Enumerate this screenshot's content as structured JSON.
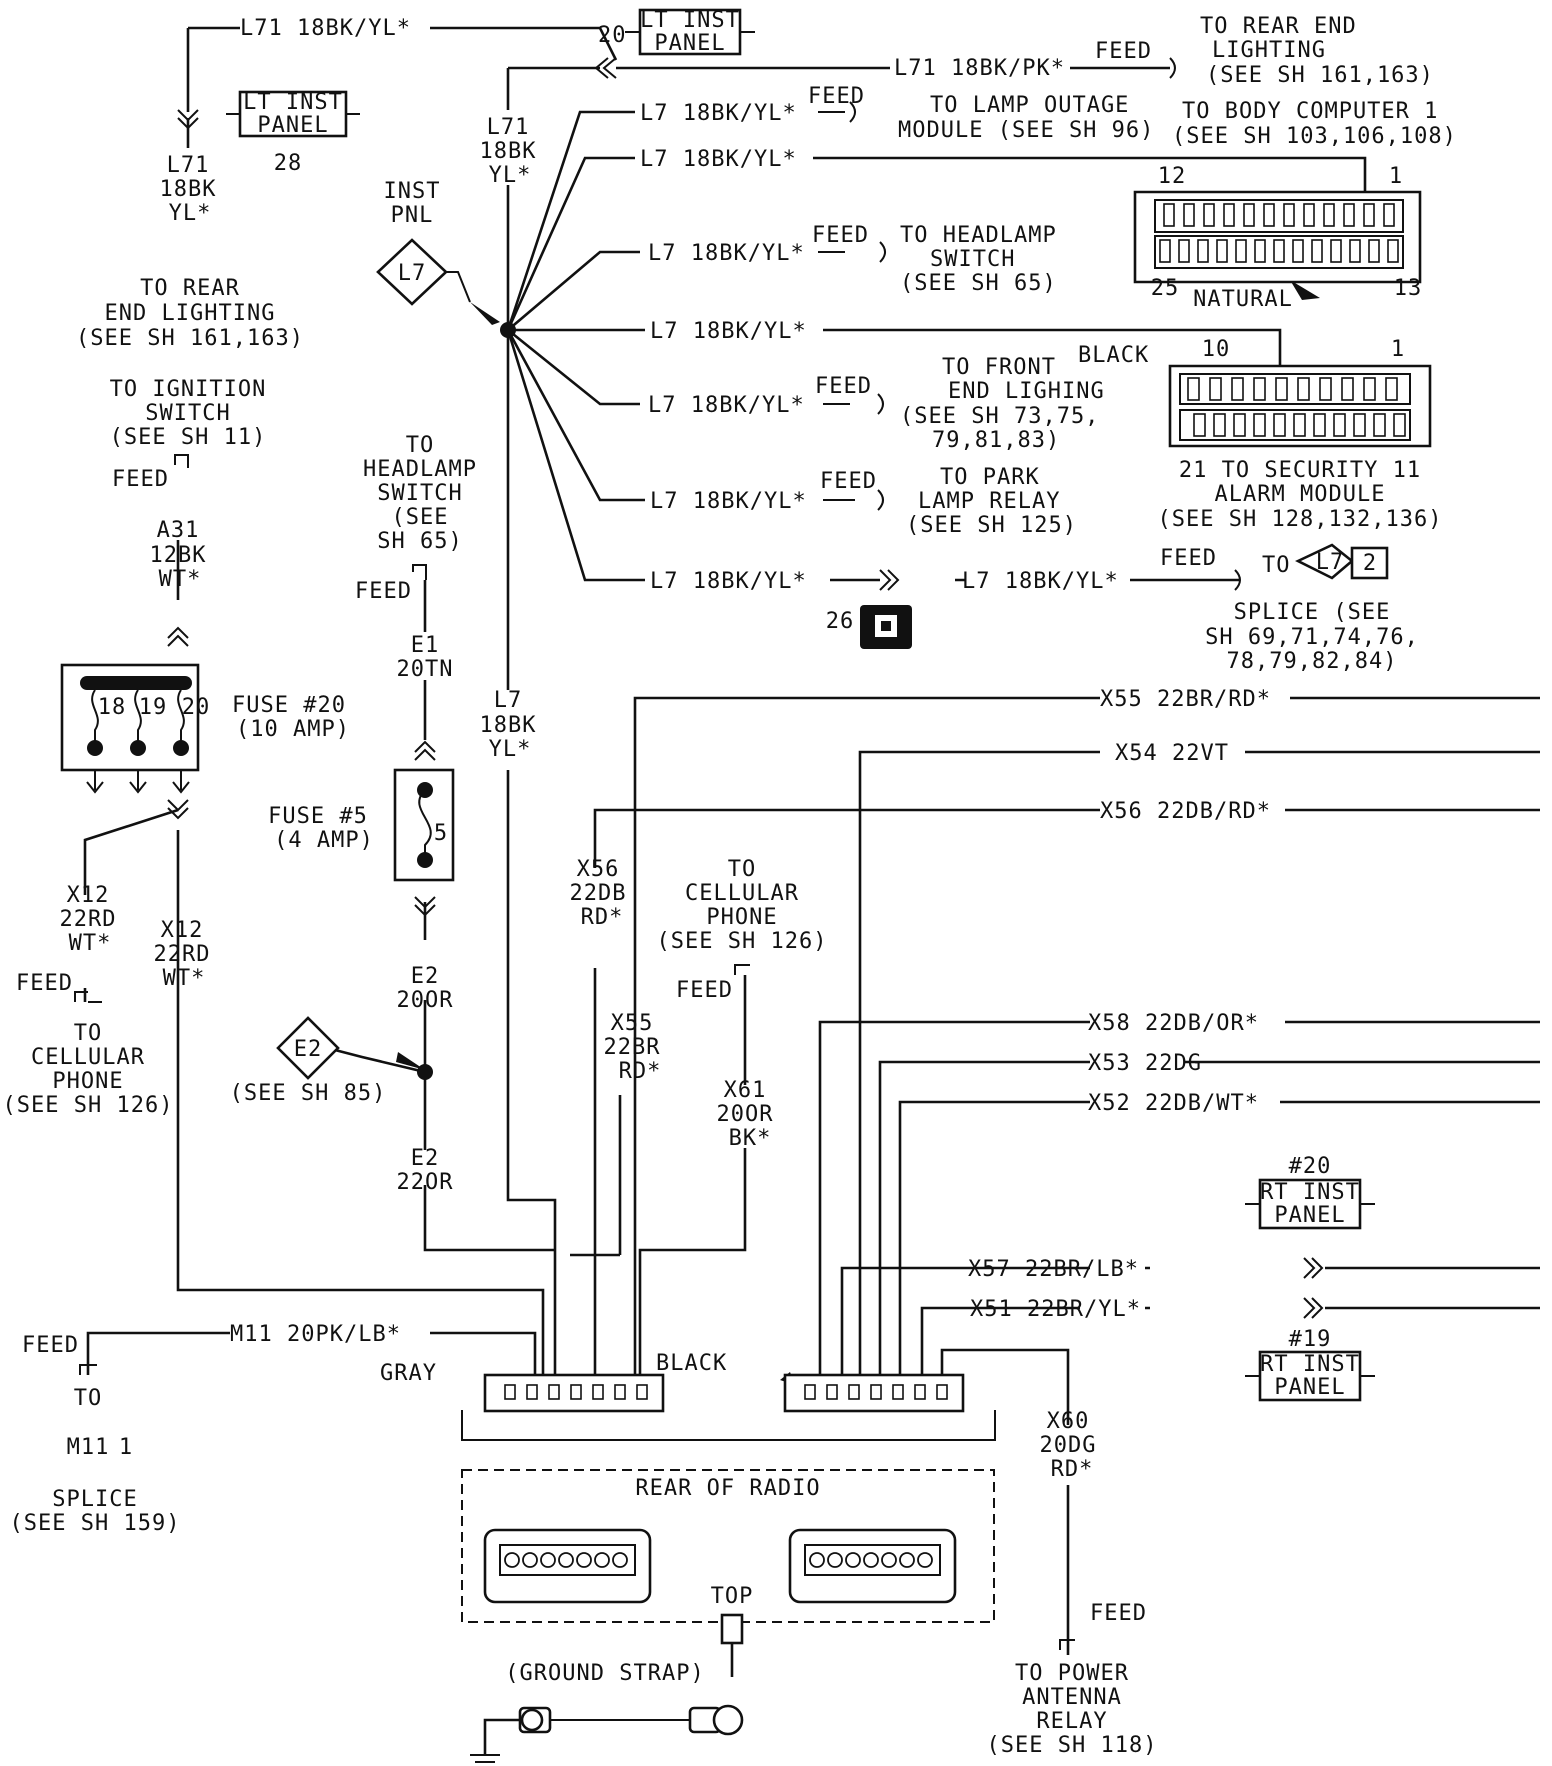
{
  "labels": [
    {
      "id": "l71-top",
      "text": "L71 18BK/YL*"
    },
    {
      "id": "twenty-top",
      "text": "20"
    },
    {
      "id": "lt-inst-1",
      "text": "LT INST"
    },
    {
      "id": "lt-inst-2",
      "text": "PANEL"
    },
    {
      "id": "to-rear-end-1",
      "text": "TO REAR END"
    },
    {
      "id": "to-rear-end-2",
      "text": "LIGHTING"
    },
    {
      "id": "to-rear-end-3",
      "text": "(SEE SH 161,163)"
    },
    {
      "id": "l71-pk",
      "text": "L71 18BK/PK*"
    },
    {
      "id": "feed-l71",
      "text": "FEED"
    },
    {
      "id": "lt-inst-28-1",
      "text": "LT INST"
    },
    {
      "id": "lt-inst-28-2",
      "text": "PANEL"
    },
    {
      "id": "lt-inst-28-num",
      "text": "28"
    },
    {
      "id": "l71-left-1",
      "text": "L71"
    },
    {
      "id": "l71-left-2",
      "text": "18BK"
    },
    {
      "id": "l71-left-3",
      "text": "YL*"
    },
    {
      "id": "l71-mid-1",
      "text": "L71"
    },
    {
      "id": "l71-mid-2",
      "text": "18BK"
    },
    {
      "id": "l71-mid-3",
      "text": "YL*"
    },
    {
      "id": "l7-1",
      "text": "L7 18BK/YL*"
    },
    {
      "id": "feed-lamp",
      "text": "FEED"
    },
    {
      "id": "lamp-outage-1",
      "text": "TO LAMP OUTAGE"
    },
    {
      "id": "lamp-outage-2",
      "text": "MODULE (SEE SH 96)"
    },
    {
      "id": "body-comp-1",
      "text": "TO BODY COMPUTER 1"
    },
    {
      "id": "body-comp-2",
      "text": "(SEE SH 103,106,108)"
    },
    {
      "id": "l7-2",
      "text": "L7 18BK/YL*"
    },
    {
      "id": "pin-12",
      "text": "12"
    },
    {
      "id": "pin-1a",
      "text": "1"
    },
    {
      "id": "pin-25",
      "text": "25"
    },
    {
      "id": "natural",
      "text": "NATURAL"
    },
    {
      "id": "pin-13",
      "text": "13"
    },
    {
      "id": "inst-pnl-1",
      "text": "INST"
    },
    {
      "id": "inst-pnl-2",
      "text": "PNL"
    },
    {
      "id": "l7-diamond",
      "text": "L7"
    },
    {
      "id": "l7-3",
      "text": "L7 18BK/YL*"
    },
    {
      "id": "feed-headlamp",
      "text": "FEED"
    },
    {
      "id": "headlamp-1",
      "text": "TO HEADLAMP"
    },
    {
      "id": "headlamp-2",
      "text": "SWITCH"
    },
    {
      "id": "headlamp-3",
      "text": "(SEE SH 65)"
    },
    {
      "id": "to-rear-left-1",
      "text": "TO REAR"
    },
    {
      "id": "to-rear-left-2",
      "text": "END LIGHTING"
    },
    {
      "id": "to-rear-left-3",
      "text": "(SEE SH 161,163)"
    },
    {
      "id": "l7-4",
      "text": "L7 18BK/YL*"
    },
    {
      "id": "black-label",
      "text": "BLACK"
    },
    {
      "id": "pin-10",
      "text": "10"
    },
    {
      "id": "pin-1b",
      "text": "1"
    },
    {
      "id": "ign-1",
      "text": "TO IGNITION"
    },
    {
      "id": "ign-2",
      "text": "SWITCH"
    },
    {
      "id": "ign-3",
      "text": "(SEE SH 11)"
    },
    {
      "id": "l7-5",
      "text": "L7 18BK/YL*"
    },
    {
      "id": "feed-front",
      "text": "FEED"
    },
    {
      "id": "front-1",
      "text": "TO FRONT"
    },
    {
      "id": "front-2",
      "text": "END LIGHING"
    },
    {
      "id": "front-3",
      "text": "(SEE SH 73,75,"
    },
    {
      "id": "front-4",
      "text": "79,81,83)"
    },
    {
      "id": "sec-1",
      "text": "21 TO SECURITY 11"
    },
    {
      "id": "sec-2",
      "text": "ALARM MODULE"
    },
    {
      "id": "sec-3",
      "text": "(SEE SH 128,132,136)"
    },
    {
      "id": "feed-ign",
      "text": "FEED"
    },
    {
      "id": "to-headlamp-c-1",
      "text": "TO"
    },
    {
      "id": "to-headlamp-c-2",
      "text": "HEADLAMP"
    },
    {
      "id": "to-headlamp-c-3",
      "text": "SWITCH"
    },
    {
      "id": "to-headlamp-c-4",
      "text": "(SEE"
    },
    {
      "id": "to-headlamp-c-5",
      "text": "SH 65)"
    },
    {
      "id": "l7-6",
      "text": "L7 18BK/YL*"
    },
    {
      "id": "feed-park",
      "text": "FEED"
    },
    {
      "id": "park-1",
      "text": "TO PARK"
    },
    {
      "id": "park-2",
      "text": "LAMP RELAY"
    },
    {
      "id": "park-3",
      "text": "(SEE SH 125)"
    },
    {
      "id": "a31-1",
      "text": "A31"
    },
    {
      "id": "a31-2",
      "text": "12BK"
    },
    {
      "id": "a31-3",
      "text": "WT*"
    },
    {
      "id": "feed-e1",
      "text": "FEED"
    },
    {
      "id": "l7-7",
      "text": "L7 18BK/YL*"
    },
    {
      "id": "l7-8",
      "text": "L7 18BK/YL*"
    },
    {
      "id": "feed-splice",
      "text": "FEED"
    },
    {
      "id": "to-splice",
      "text": "TO"
    },
    {
      "id": "splice-l7",
      "text": "L7"
    },
    {
      "id": "splice-2",
      "text": "2"
    },
    {
      "id": "num-26",
      "text": "26"
    },
    {
      "id": "e1-1",
      "text": "E1"
    },
    {
      "id": "e1-2",
      "text": "20TN"
    },
    {
      "id": "splice-see-1",
      "text": "SPLICE (SEE"
    },
    {
      "id": "splice-see-2",
      "text": "SH 69,71,74,76,"
    },
    {
      "id": "splice-see-3",
      "text": "78,79,82,84)"
    },
    {
      "id": "fuse20-1",
      "text": "FUSE #20"
    },
    {
      "id": "fuse20-2",
      "text": "(10 AMP)"
    },
    {
      "id": "f18",
      "text": "18"
    },
    {
      "id": "f19",
      "text": "19"
    },
    {
      "id": "f20",
      "text": "20"
    },
    {
      "id": "l7-long-1",
      "text": "L7"
    },
    {
      "id": "l7-long-2",
      "text": "18BK"
    },
    {
      "id": "l7-long-3",
      "text": "YL*"
    },
    {
      "id": "x55-top",
      "text": "X55 22BR/RD*"
    },
    {
      "id": "x54-top",
      "text": "X54 22VT"
    },
    {
      "id": "fuse5-1",
      "text": "FUSE #5"
    },
    {
      "id": "fuse5-2",
      "text": "(4 AMP)"
    },
    {
      "id": "fuse5-num",
      "text": "5"
    },
    {
      "id": "x56-top",
      "text": "X56 22DB/RD*"
    },
    {
      "id": "x56-v-1",
      "text": "X56"
    },
    {
      "id": "x56-v-2",
      "text": "22DB"
    },
    {
      "id": "x56-v-3",
      "text": "RD*"
    },
    {
      "id": "cell-c-1",
      "text": "TO"
    },
    {
      "id": "cell-c-2",
      "text": "CELLULAR"
    },
    {
      "id": "cell-c-3",
      "text": "PHONE"
    },
    {
      "id": "cell-c-4",
      "text": "(SEE SH 126)"
    },
    {
      "id": "x12a-1",
      "text": "X12"
    },
    {
      "id": "x12a-2",
      "text": "22RD"
    },
    {
      "id": "x12a-3",
      "text": "WT*"
    },
    {
      "id": "x12b-1",
      "text": "X12"
    },
    {
      "id": "x12b-2",
      "text": "22RD"
    },
    {
      "id": "x12b-3",
      "text": "WT*"
    },
    {
      "id": "e2a-1",
      "text": "E2"
    },
    {
      "id": "e2a-2",
      "text": "20OR"
    },
    {
      "id": "feed-x12",
      "text": "FEED"
    },
    {
      "id": "feed-cell",
      "text": "FEED"
    },
    {
      "id": "x55-v-1",
      "text": "X55"
    },
    {
      "id": "x55-v-2",
      "text": "22BR"
    },
    {
      "id": "x55-v-3",
      "text": "RD*"
    },
    {
      "id": "x58",
      "text": "X58 22DB/OR*"
    },
    {
      "id": "cell-l-1",
      "text": "TO"
    },
    {
      "id": "cell-l-2",
      "text": "CELLULAR"
    },
    {
      "id": "cell-l-3",
      "text": "PHONE"
    },
    {
      "id": "cell-l-4",
      "text": "(SEE SH 126)"
    },
    {
      "id": "e2-diamond",
      "text": "E2"
    },
    {
      "id": "see-85",
      "text": "(SEE SH 85)"
    },
    {
      "id": "x53",
      "text": "X53 22DG"
    },
    {
      "id": "x52",
      "text": "X52 22DB/WT*"
    },
    {
      "id": "x61-1",
      "text": "X61"
    },
    {
      "id": "x61-2",
      "text": "20OR"
    },
    {
      "id": "x61-3",
      "text": "BK*"
    },
    {
      "id": "e2b-1",
      "text": "E2"
    },
    {
      "id": "e2b-2",
      "text": "22OR"
    },
    {
      "id": "rt20-num",
      "text": "#20"
    },
    {
      "id": "rt20-1",
      "text": "RT INST"
    },
    {
      "id": "rt20-2",
      "text": "PANEL"
    },
    {
      "id": "x57",
      "text": "X57 22BR/LB*"
    },
    {
      "id": "x51",
      "text": "X51 22BR/YL*"
    },
    {
      "id": "rt19-num",
      "text": "#19"
    },
    {
      "id": "rt19-1",
      "text": "RT INST"
    },
    {
      "id": "rt19-2",
      "text": "PANEL"
    },
    {
      "id": "m11",
      "text": "M11 20PK/LB*"
    },
    {
      "id": "feed-m11",
      "text": "FEED"
    },
    {
      "id": "black-radio",
      "text": "BLACK"
    },
    {
      "id": "gray-radio",
      "text": "GRAY"
    },
    {
      "id": "to-m11",
      "text": "TO"
    },
    {
      "id": "m11-diamond",
      "text": "M11"
    },
    {
      "id": "m11-1",
      "text": "1"
    },
    {
      "id": "x60-1",
      "text": "X60"
    },
    {
      "id": "x60-2",
      "text": "20DG"
    },
    {
      "id": "x60-3",
      "text": "RD*"
    },
    {
      "id": "splice-m11-1",
      "text": "SPLICE"
    },
    {
      "id": "splice-m11-2",
      "text": "(SEE SH 159)"
    },
    {
      "id": "rear-radio",
      "text": "REAR OF RADIO"
    },
    {
      "id": "top",
      "text": "TOP"
    },
    {
      "id": "feed-ant",
      "text": "FEED"
    },
    {
      "id": "ground-strap",
      "text": "(GROUND STRAP)"
    },
    {
      "id": "ant-1",
      "text": "TO POWER"
    },
    {
      "id": "ant-2",
      "text": "ANTENNA"
    },
    {
      "id": "ant-3",
      "text": "RELAY"
    },
    {
      "id": "ant-4",
      "text": "(SEE SH 118)"
    }
  ]
}
